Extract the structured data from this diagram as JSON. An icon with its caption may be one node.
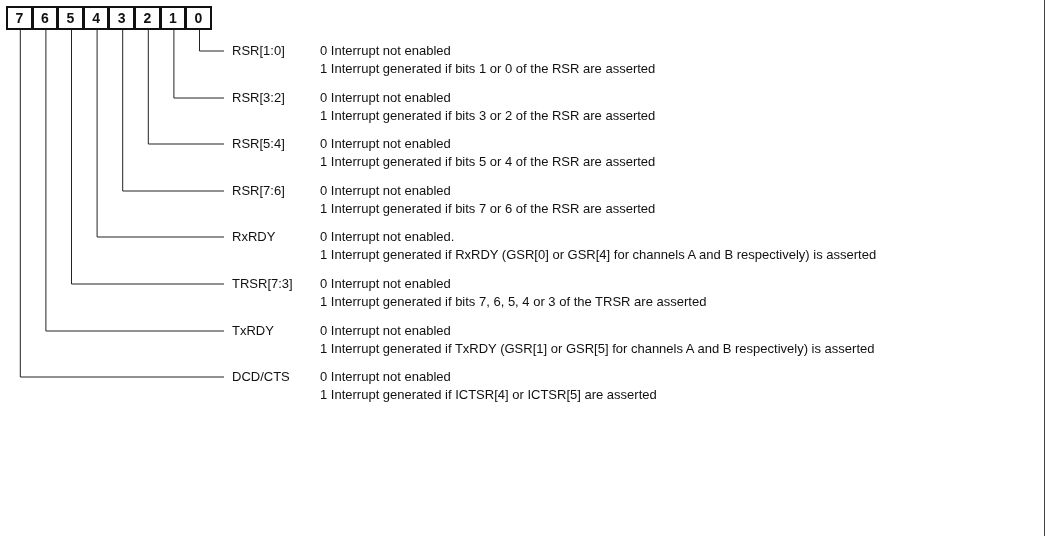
{
  "diagram": {
    "nodes": [
      {
        "text": [
          "7"
        ]
      },
      {
        "text": [
          "6"
        ]
      },
      {
        "text": [
          "5"
        ]
      },
      {
        "text": [
          "4"
        ]
      },
      {
        "text": [
          "3"
        ]
      },
      {
        "text": [
          "2"
        ]
      },
      {
        "text": [
          "1"
        ]
      },
      {
        "text": [
          "0"
        ]
      },
      {
        "text": [
          "RSR[1:0]"
        ],
        "beside": [
          "0 Interrupt not enabled",
          "1 Interrupt generated if bits 1 or 0 of the RSR are asserted"
        ]
      },
      {
        "text": [
          "RSR[3:2]"
        ],
        "beside": [
          "0 Interrupt not enabled",
          "1 Interrupt generated if bits 3 or 2 of the RSR are asserted"
        ]
      },
      {
        "text": [
          "RSR[5:4]"
        ],
        "beside": [
          "0 Interrupt not enabled",
          "1 Interrupt generated if bits 5 or 4 of the RSR are asserted"
        ]
      },
      {
        "text": [
          "RSR[7:6]"
        ],
        "beside": [
          "0 Interrupt not enabled",
          "1 Interrupt generated if bits 7 or 6 of the RSR are asserted"
        ]
      },
      {
        "text": [
          "RxRDY"
        ],
        "beside": [
          "0 Interrupt not enabled.",
          "1 Interrupt generated if RxRDY (GSR[0] or GSR[4] for channels A and B respectively) is asserted"
        ]
      },
      {
        "text": [
          "TRSR[7:3]"
        ],
        "beside": [
          "0 Interrupt not enabled",
          "1 Interrupt generated if bits 7, 6, 5, 4 or 3 of the TRSR are  asserted"
        ]
      },
      {
        "text": [
          "TxRDY"
        ],
        "beside": [
          "0 Interrupt not enabled",
          "1 Interrupt generated if TxRDY (GSR[1] or GSR[5] for channels A and B respectively) is asserted"
        ]
      },
      {
        "text": [
          "DCD/CTS"
        ],
        "beside": [
          "0 Interrupt not enabled",
          "1 Interrupt generated if ICTSR[4] or ICTSR[5] are asserted"
        ]
      }
    ],
    "edges": [
      {
        "from": 7,
        "to": 8,
        "arrow": "none"
      },
      {
        "from": 6,
        "to": 9,
        "arrow": "none"
      },
      {
        "from": 5,
        "to": 10,
        "arrow": "none"
      },
      {
        "from": 4,
        "to": 11,
        "arrow": "none"
      },
      {
        "from": 3,
        "to": 12,
        "arrow": "none"
      },
      {
        "from": 2,
        "to": 13,
        "arrow": "none"
      },
      {
        "from": 1,
        "to": 14,
        "arrow": "none"
      },
      {
        "from": 0,
        "to": 15,
        "arrow": "none"
      }
    ]
  }
}
